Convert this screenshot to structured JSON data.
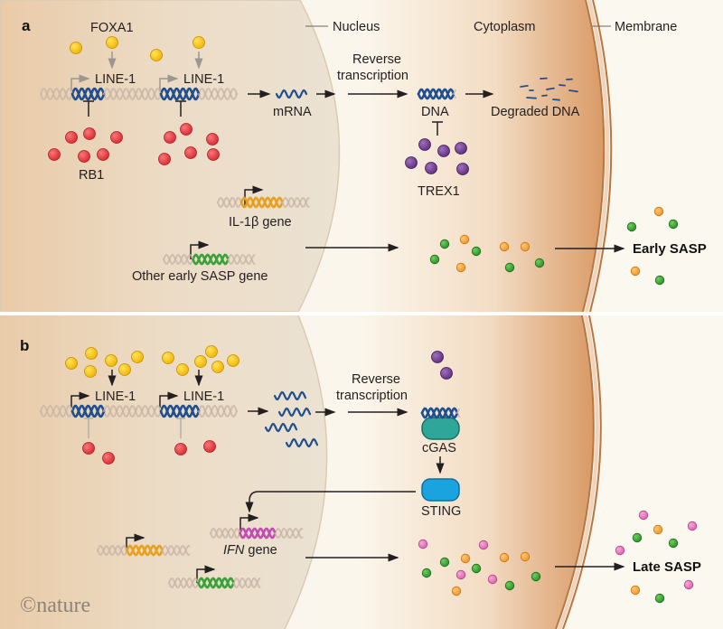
{
  "figure": {
    "compartments": {
      "nucleus": "Nucleus",
      "cytoplasm": "Cytoplasm",
      "membrane": "Membrane"
    },
    "colors": {
      "nucleus_bg": "#e7d8c0",
      "cytoplasm_bg": "#fbf7ee",
      "membrane": "#b9773f",
      "dna_backbone": "#c9b5a6",
      "line1_dna": "#1f4f8f",
      "foxa1": "#f5c200",
      "rb1": "#e0393e",
      "trex1": "#6b3a8a",
      "cgas": "#2ea79a",
      "sting": "#1ba3e0",
      "il1b_gene": "#e8a020",
      "early_sasp_gene": "#3aa23a",
      "ifn_gene": "#c04fb0",
      "sasp_orange": "#f2a53a",
      "sasp_green": "#37a035",
      "sasp_pink": "#e67bbd"
    },
    "panel_a": {
      "letter": "a",
      "foxa1_label": "FOXA1",
      "line1_labels": [
        "LINE-1",
        "LINE-1"
      ],
      "rb1_label": "RB1",
      "mrna_label": "mRNA",
      "reverse_transcription": [
        "Reverse",
        "transcription"
      ],
      "dna_label": "DNA",
      "degraded_dna_label": "Degraded DNA",
      "trex1_label": "TREX1",
      "il1b_gene_label": "IL-1β gene",
      "other_gene_label": "Other early SASP gene",
      "output_label": "Early SASP"
    },
    "panel_b": {
      "letter": "b",
      "line1_labels": [
        "LINE-1",
        "LINE-1"
      ],
      "reverse_transcription": [
        "Reverse",
        "transcription"
      ],
      "cgas_label": "cGAS",
      "sting_label": "STING",
      "ifn_gene_label_italic": "IFN",
      "ifn_gene_label_rest": " gene",
      "output_label": "Late SASP"
    },
    "credit": "©nature"
  }
}
